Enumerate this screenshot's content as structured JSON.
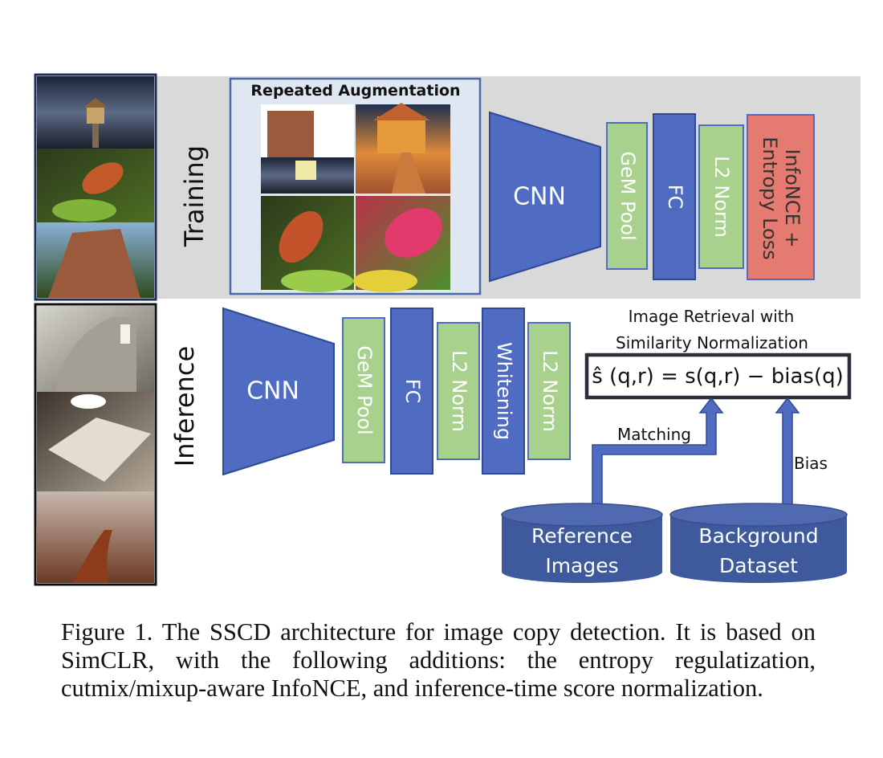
{
  "training": {
    "row_label": "Training",
    "aug_title": "Repeated Augmentation",
    "blocks": [
      "CNN",
      "GeM Pool",
      "FC",
      "L2 Norm",
      "InfoNCE +",
      "Entropy Loss"
    ]
  },
  "inference": {
    "row_label": "Inference",
    "blocks": [
      "CNN",
      "GeM Pool",
      "FC",
      "L2 Norm",
      "Whitening",
      "L2 Norm"
    ],
    "retrieval_title_1": "Image Retrieval with",
    "retrieval_title_2": "Similarity Normalization",
    "formula": "ŝ (q,r) = s(q,r) − bias(q)",
    "matching_label": "Matching",
    "bias_label": "Bias",
    "db_reference_1": "Reference",
    "db_reference_2": "Images",
    "db_background_1": "Background",
    "db_background_2": "Dataset"
  },
  "colors": {
    "blue": "#4f6cc2",
    "green": "#a9d18e",
    "pink": "#e57a70",
    "panel": "#d9d9d9",
    "db": "#3e5a9c",
    "db_top": "#4f6ab0"
  },
  "caption": "Figure 1. The SSCD architecture for image copy detection. It is based on SimCLR, with the following additions: the entropy regulatization, cutmix/mixup-aware InfoNCE, and inference-time score normalization."
}
